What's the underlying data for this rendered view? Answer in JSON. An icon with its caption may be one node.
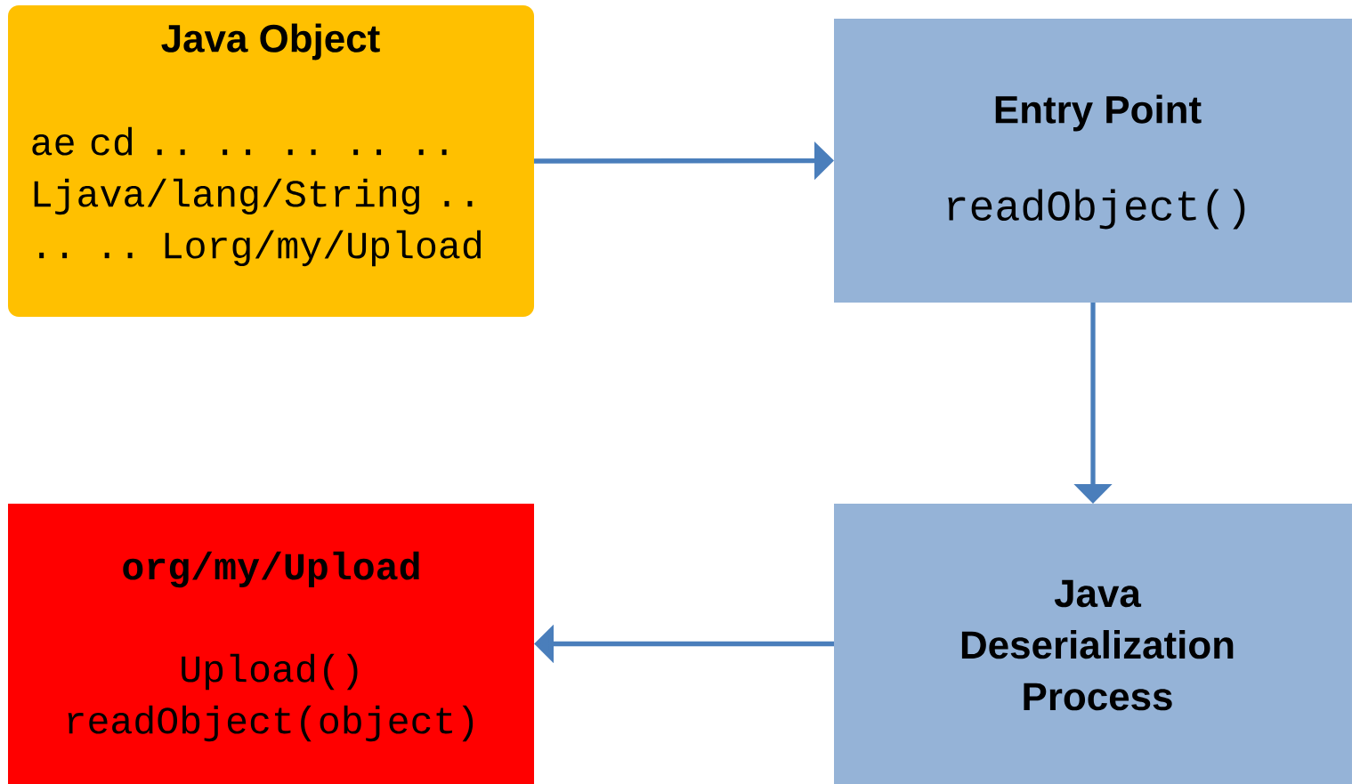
{
  "diagram": {
    "nodes": [
      {
        "text": [
          "Java Object",
          "ae cd .. .. .. .. .. Ljava/lang/String .. .. .. Lorg/my/Upload"
        ]
      },
      {
        "text": [
          "Entry Point",
          "readObject()"
        ]
      },
      {
        "text": [
          "Java Deserialization Process"
        ]
      },
      {
        "text": [
          "org/my/Upload",
          "Upload() readObject(object)"
        ]
      }
    ],
    "edges": [
      {
        "from": 0,
        "to": 1,
        "arrow": "to"
      },
      {
        "from": 1,
        "to": 2,
        "arrow": "to"
      },
      {
        "from": 2,
        "to": 3,
        "arrow": "to"
      }
    ]
  }
}
